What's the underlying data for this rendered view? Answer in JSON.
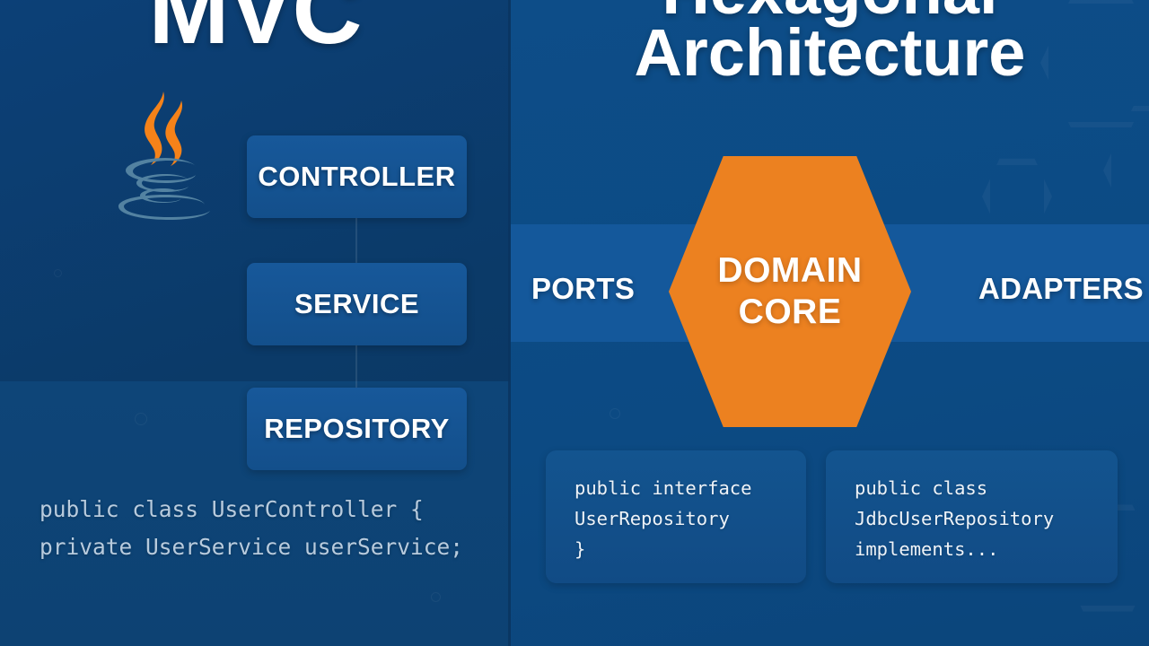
{
  "left_panel": {
    "title": "MVC",
    "logo_icon": "java-logo-icon",
    "layers": [
      {
        "label": "CONTROLLER"
      },
      {
        "label": "SERVICE"
      },
      {
        "label": "REPOSITORY"
      }
    ],
    "code": "public class UserController {\nprivate UserService userService;"
  },
  "right_panel": {
    "title_line1": "Hexagonal",
    "title_line2": "Architecture",
    "core": {
      "line1": "DOMAIN",
      "line2": "CORE"
    },
    "left_label": "PORTS",
    "right_label": "ADAPTERS",
    "code_cards": [
      {
        "code": "public interface\nUserRepository\n}"
      },
      {
        "code": "public class\nJdbcUserRepository\nimplements..."
      }
    ]
  },
  "colors": {
    "left_panel_bg": "#0b3d6e",
    "right_panel_bg": "#0d4c86",
    "band_light": "#14589b",
    "box_fill": "#155191",
    "accent_orange": "#ec8120",
    "text_white": "#ffffff",
    "code_text": "#b8cbdd",
    "java_orange": "#f58219",
    "java_blue": "#5382a1"
  }
}
